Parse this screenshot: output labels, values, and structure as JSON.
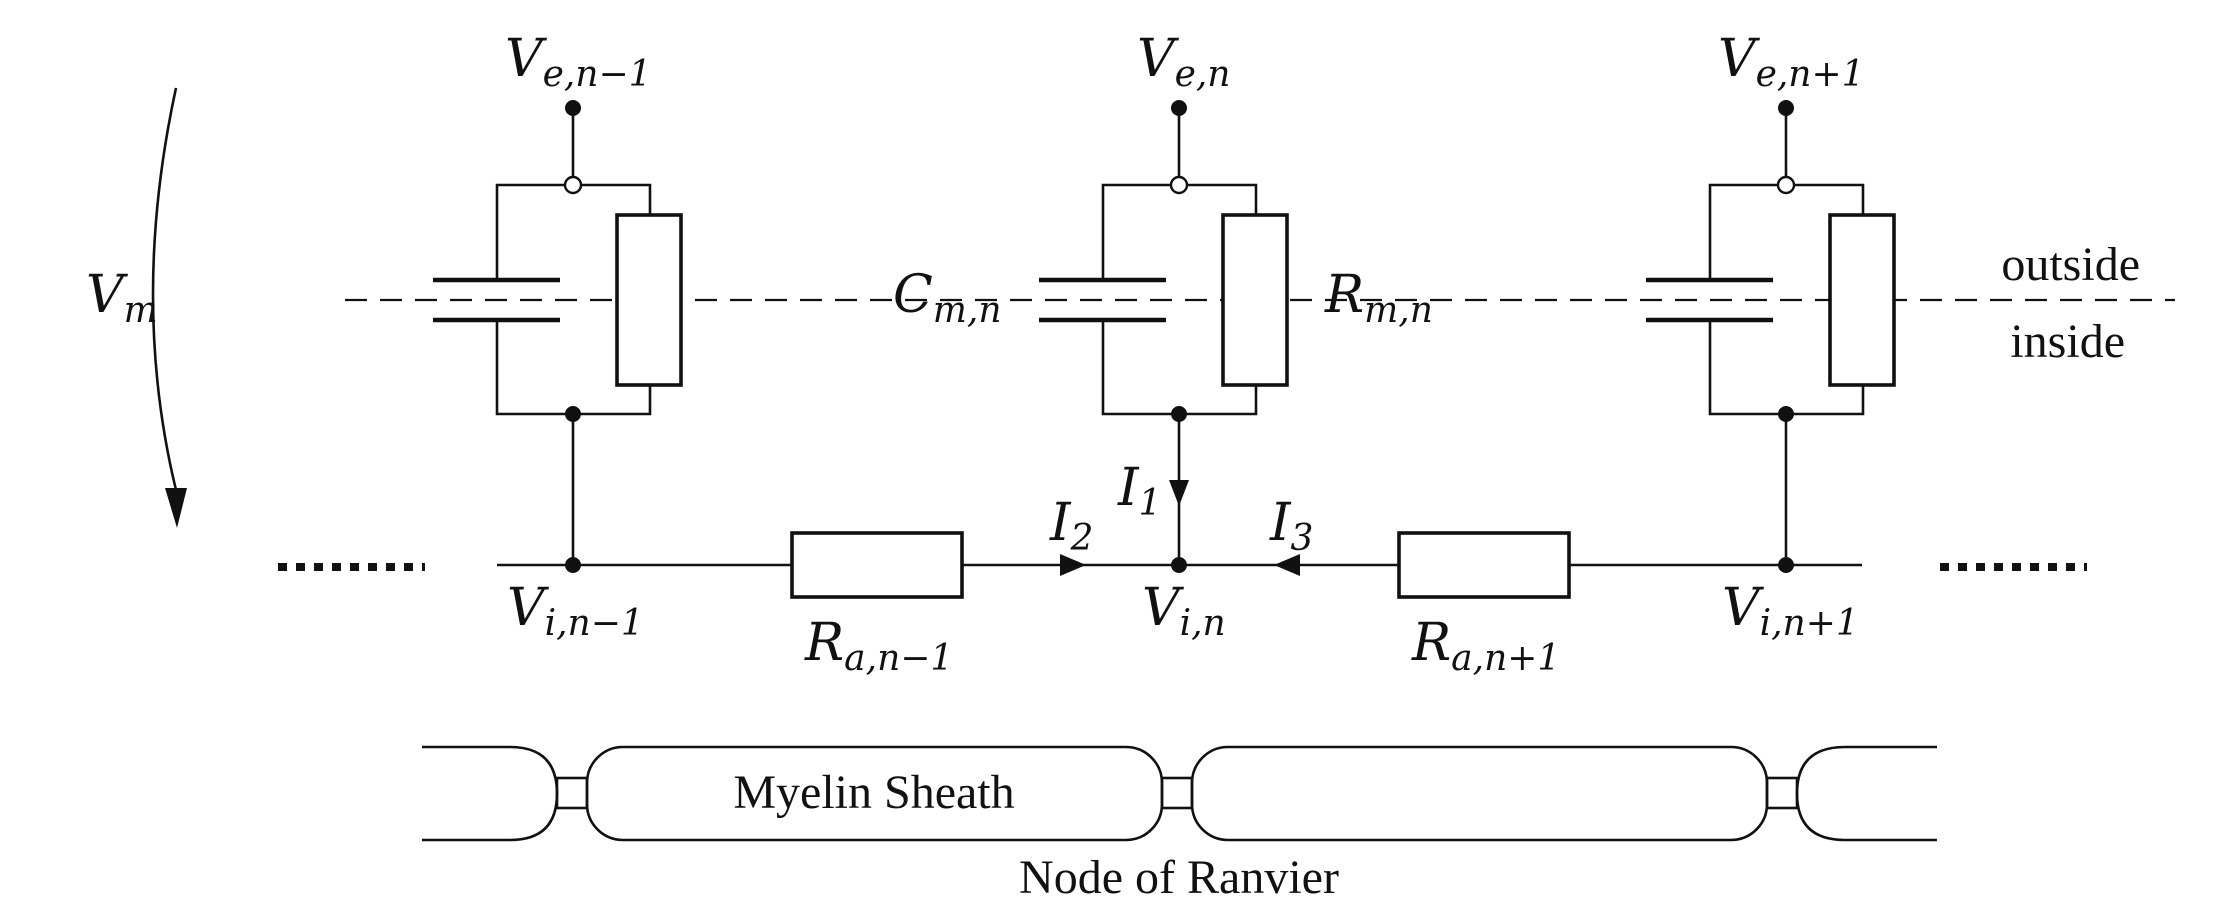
{
  "labels": {
    "ve_prev": {
      "main": "V",
      "sub": "e,n−1"
    },
    "ve_n": {
      "main": "V",
      "sub": "e,n"
    },
    "ve_next": {
      "main": "V",
      "sub": "e,n+1"
    },
    "vm": {
      "main": "V",
      "sub": "m"
    },
    "cm": {
      "main": "C",
      "sub": "m,n"
    },
    "rm": {
      "main": "R",
      "sub": "m,n"
    },
    "outside": "outside",
    "inside": "inside",
    "i1": {
      "main": "I",
      "sub": "1"
    },
    "i2": {
      "main": "I",
      "sub": "2"
    },
    "i3": {
      "main": "I",
      "sub": "3"
    },
    "vi_prev": {
      "main": "V",
      "sub": "i,n−1"
    },
    "vi_n": {
      "main": "V",
      "sub": "i,n"
    },
    "vi_next": {
      "main": "V",
      "sub": "i,n+1"
    },
    "ra_prev": {
      "main": "R",
      "sub": "a,n−1"
    },
    "ra_next": {
      "main": "R",
      "sub": "a,n+1"
    },
    "myelin_sheath": "Myelin Sheath",
    "node_of_ranvier": "Node of Ranvier"
  }
}
